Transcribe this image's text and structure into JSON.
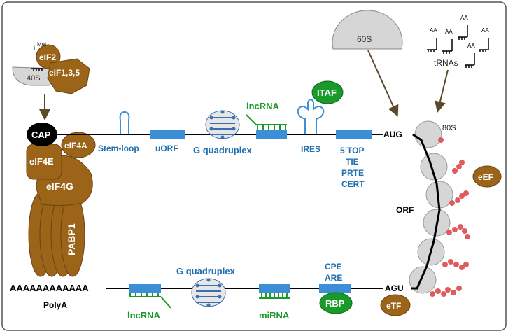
{
  "labels": {
    "met_i": "i",
    "met_sup": "Met",
    "eif2": "eIF2",
    "s40": "40S",
    "eif135": "eIF1,3,5",
    "cap": "CAP",
    "eif4a": "eIF4A",
    "eif4e": "eIF4E",
    "eif4g": "eIF4G",
    "pabp1": "PABP1",
    "polya_seq": "AAAAAAAAAAAA",
    "polya": "PolyA",
    "stem_loop": "Stem-loop",
    "uorf": "uORF",
    "gq_top": "G quadruplex",
    "lncrna_top": "lncRNA",
    "ires": "IRES",
    "itaf": "ITAF",
    "top": "5’TOP",
    "tie": "TIE",
    "prte": "PRTE",
    "cert": "CERT",
    "aug": "AUG",
    "s60": "60S",
    "trnas": "tRNAs",
    "aa": "AA",
    "s80": "80S",
    "eef": "eEF",
    "orf": "ORF",
    "agu": "AGU",
    "etf": "eTF",
    "gq_bottom": "G quadruplex",
    "lncrna_bottom": "lncRNA",
    "mirna": "miRNA",
    "cpe": "CPE",
    "are": "ARE",
    "rbp": "RBP"
  },
  "colors": {
    "brown": "#9b6418",
    "blue_label": "#1f6fb0",
    "blue_bar": "#3a8fd6",
    "green": "#1a9a2a",
    "gray": "#d6d6d6",
    "pink": "#e05c5c",
    "arrow": "#5a4a2a"
  }
}
